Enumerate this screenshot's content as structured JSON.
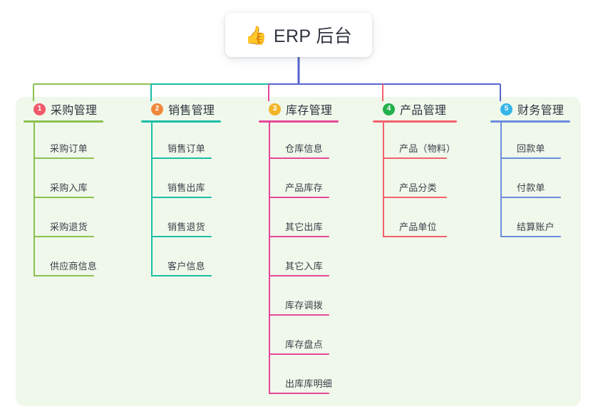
{
  "diagram": {
    "title": "ERP 后台",
    "root": {
      "icon": "thumbs-up-icon",
      "glyph": "👍",
      "label": "ERP 后台"
    },
    "panel_background": "#eff8ea",
    "page_background": "#ffffff",
    "root_stem_color": "#5566cc",
    "columns": [
      {
        "number": "1",
        "title": "采购管理",
        "badge_color": "#f2596a",
        "accent_color": "#8cc152",
        "connector_color": "#8cc152",
        "items": [
          "采购订单",
          "采购入库",
          "采购退货",
          "供应商信息"
        ]
      },
      {
        "number": "2",
        "title": "销售管理",
        "badge_color": "#f0883c",
        "accent_color": "#19bfa6",
        "connector_color": "#19bfa6",
        "items": [
          "销售订单",
          "销售出库",
          "销售退货",
          "客户信息"
        ]
      },
      {
        "number": "3",
        "title": "库存管理",
        "badge_color": "#f4b528",
        "accent_color": "#e8479c",
        "connector_color": "#e8479c",
        "items": [
          "仓库信息",
          "产品库存",
          "其它出库",
          "其它入库",
          "库存调拨",
          "库存盘点",
          "出库库明细"
        ]
      },
      {
        "number": "4",
        "title": "产品管理",
        "badge_color": "#22b14c",
        "accent_color": "#f4606c",
        "connector_color": "#f4606c",
        "items": [
          "产品（物料）",
          "产品分类",
          "产品单位"
        ]
      },
      {
        "number": "5",
        "title": "财务管理",
        "badge_color": "#35b6e8",
        "accent_color": "#6b8ddd",
        "connector_color": "#5566cc",
        "items": [
          "回款单",
          "付款单",
          "结算账户"
        ]
      }
    ]
  }
}
